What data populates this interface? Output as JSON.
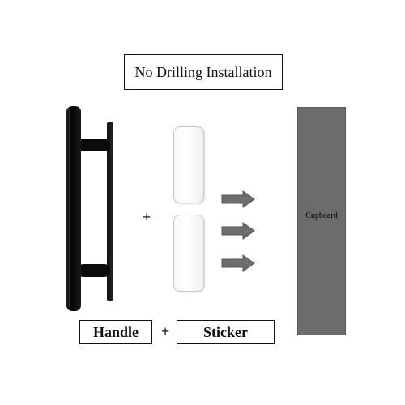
{
  "title": "No Drilling Installation",
  "handle_label": "Handle",
  "sticker_label": "Sticker",
  "plus_sign": "+",
  "cupboard_label": "Cupboard",
  "colors": {
    "handle": "#111111",
    "cupboard": "#6c6c6c",
    "arrow": "#6e6e6e",
    "sticker": "#ffffff"
  },
  "icons": [
    "door-handle-icon",
    "adhesive-sticker-icon",
    "arrow-right-icon"
  ]
}
